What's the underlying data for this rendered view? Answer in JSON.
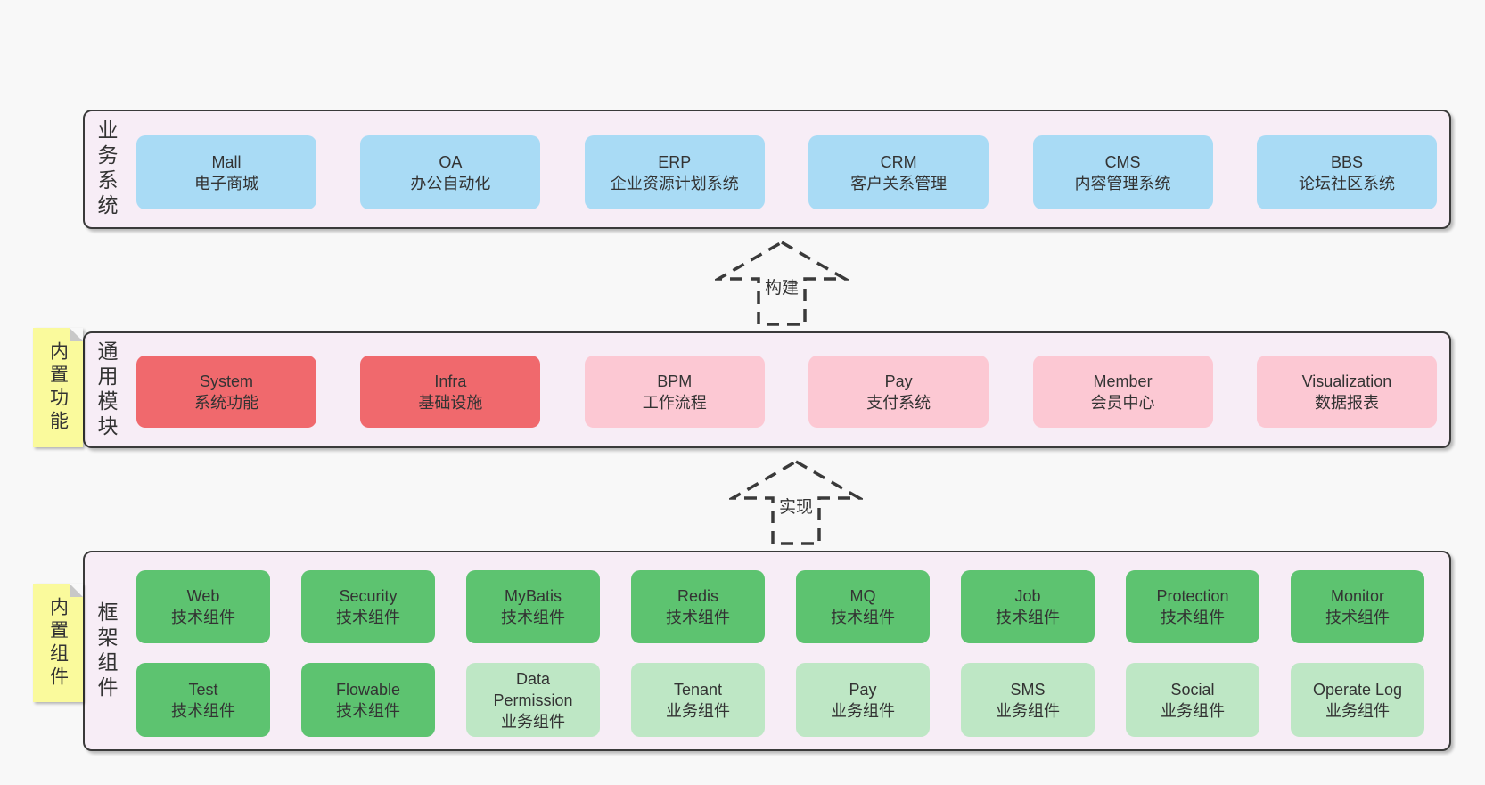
{
  "colors": {
    "page_bg": "#f8f8f8",
    "band_bg": "#f7edf6",
    "outline": "#3a3a3a",
    "blue": "#a9dbf5",
    "red": "#f0696d",
    "pink": "#fcc8d3",
    "green": "#5dc370",
    "light_green": "#bee7c5",
    "note_yellow": "#fafa9c",
    "note_fold_gray": "#c8c8c8"
  },
  "arrows": [
    {
      "label": "构建"
    },
    {
      "label": "实现"
    }
  ],
  "bands": [
    {
      "label": "业务系统",
      "boxes": [
        {
          "en": "Mall",
          "zh": "电子商城",
          "variant": "blue"
        },
        {
          "en": "OA",
          "zh": "办公自动化",
          "variant": "blue"
        },
        {
          "en": "ERP",
          "zh": "企业资源计划系统",
          "variant": "blue"
        },
        {
          "en": "CRM",
          "zh": "客户关系管理",
          "variant": "blue"
        },
        {
          "en": "CMS",
          "zh": "内容管理系统",
          "variant": "blue"
        },
        {
          "en": "BBS",
          "zh": "论坛社区系统",
          "variant": "blue"
        }
      ]
    },
    {
      "label": "通用模块",
      "note": "内置功能",
      "boxes": [
        {
          "en": "System",
          "zh": "系统功能",
          "variant": "red"
        },
        {
          "en": "Infra",
          "zh": "基础设施",
          "variant": "red"
        },
        {
          "en": "BPM",
          "zh": "工作流程",
          "variant": "pink"
        },
        {
          "en": "Pay",
          "zh": "支付系统",
          "variant": "pink"
        },
        {
          "en": "Member",
          "zh": "会员中心",
          "variant": "pink"
        },
        {
          "en": "Visualization",
          "zh": "数据报表",
          "variant": "pink"
        }
      ]
    },
    {
      "label": "框架组件",
      "note": "内置组件",
      "rows": [
        [
          {
            "en": "Web",
            "zh": "技术组件",
            "variant": "green"
          },
          {
            "en": "Security",
            "zh": "技术组件",
            "variant": "green"
          },
          {
            "en": "MyBatis",
            "zh": "技术组件",
            "variant": "green"
          },
          {
            "en": "Redis",
            "zh": "技术组件",
            "variant": "green"
          },
          {
            "en": "MQ",
            "zh": "技术组件",
            "variant": "green"
          },
          {
            "en": "Job",
            "zh": "技术组件",
            "variant": "green"
          },
          {
            "en": "Protection",
            "zh": "技术组件",
            "variant": "green"
          },
          {
            "en": "Monitor",
            "zh": "技术组件",
            "variant": "green"
          }
        ],
        [
          {
            "en": "Test",
            "zh": "技术组件",
            "variant": "green"
          },
          {
            "en": "Flowable",
            "zh": "技术组件",
            "variant": "green"
          },
          {
            "en": "Data Permission",
            "zh": "业务组件",
            "variant": "light-green"
          },
          {
            "en": "Tenant",
            "zh": "业务组件",
            "variant": "light-green"
          },
          {
            "en": "Pay",
            "zh": "业务组件",
            "variant": "light-green"
          },
          {
            "en": "SMS",
            "zh": "业务组件",
            "variant": "light-green"
          },
          {
            "en": "Social",
            "zh": "业务组件",
            "variant": "light-green"
          },
          {
            "en": "Operate Log",
            "zh": "业务组件",
            "variant": "light-green"
          }
        ]
      ]
    }
  ]
}
